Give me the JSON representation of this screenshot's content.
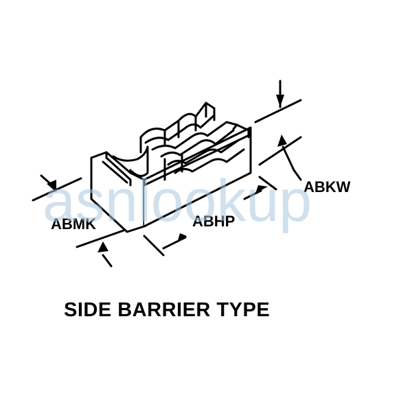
{
  "watermark": "asnlookup",
  "labels": {
    "abkw": "ABKW",
    "abmk": "ABMK",
    "abhp": "ABHP"
  },
  "caption": "SIDE BARRIER TYPE",
  "colors": {
    "ink": "#000000",
    "watermark": "#a9c6df"
  }
}
